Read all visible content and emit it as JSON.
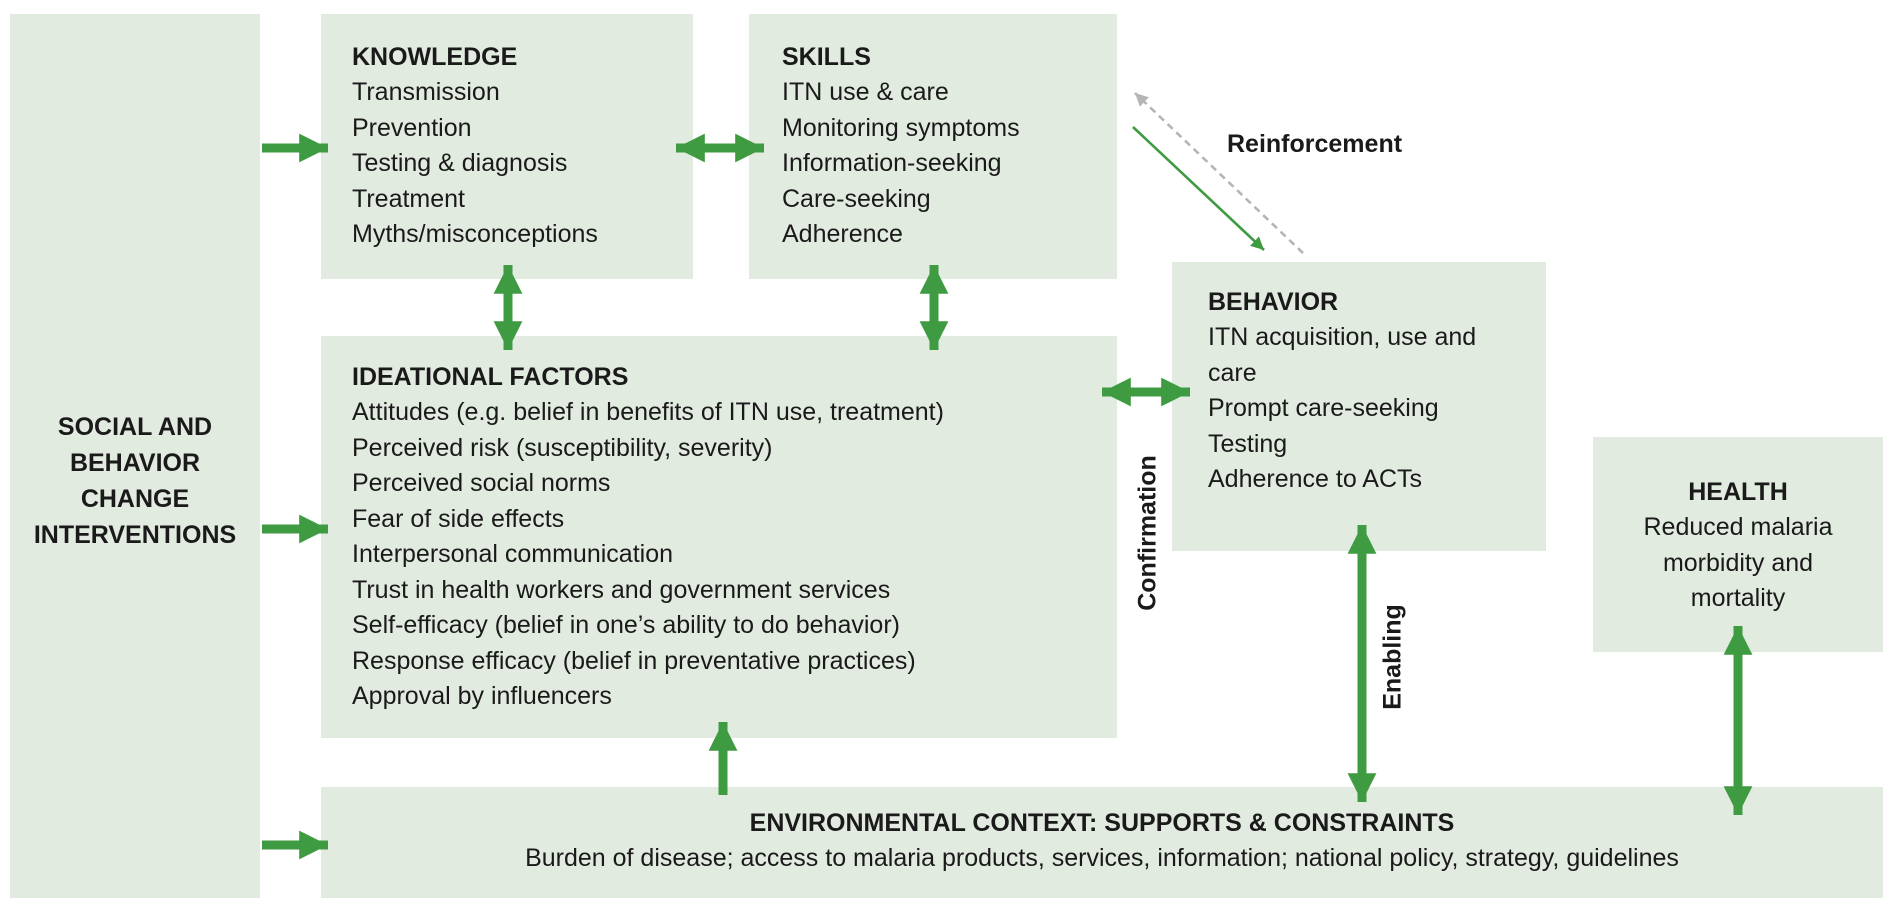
{
  "sbc": {
    "title_lines": [
      "SOCIAL AND",
      "BEHAVIOR",
      "CHANGE",
      "INTERVENTIONS"
    ]
  },
  "knowledge": {
    "title": "KNOWLEDGE",
    "items": [
      "Transmission",
      "Prevention",
      "Testing & diagnosis",
      "Treatment",
      "Myths/misconceptions"
    ]
  },
  "skills": {
    "title": "SKILLS",
    "items": [
      "ITN use & care",
      "Monitoring symptoms",
      "Information-seeking",
      "Care-seeking",
      "Adherence"
    ]
  },
  "ideational": {
    "title": "IDEATIONAL FACTORS",
    "items": [
      "Attitudes (e.g. belief in benefits of ITN use, treatment)",
      "Perceived risk (susceptibility, severity)",
      "Perceived social norms",
      "Fear of side effects",
      "Interpersonal  communication",
      "Trust in health workers and government services",
      "Self-efficacy (belief in one’s ability to do behavior)",
      "Response efficacy (belief in preventative practices)",
      "Approval by influencers"
    ]
  },
  "behavior": {
    "title": "BEHAVIOR",
    "items": [
      "ITN acquisition, use and care",
      "Prompt care-seeking",
      "Testing",
      "Adherence to ACTs"
    ]
  },
  "health": {
    "title": "HEALTH",
    "text": "Reduced malaria morbidity and mortality"
  },
  "environment": {
    "title": "ENVIRONMENTAL CONTEXT: SUPPORTS & CONSTRAINTS",
    "text": "Burden of disease; access to malaria products, services, information; national policy, strategy, guidelines"
  },
  "labels": {
    "reinforcement": "Reinforcement",
    "confirmation": "Confirmation",
    "enabling": "Enabling"
  },
  "colors": {
    "box_fill": "#e2ebe0",
    "arrow_green": "#3f9b41",
    "reinforcement_gray": "#b5b5b5"
  }
}
